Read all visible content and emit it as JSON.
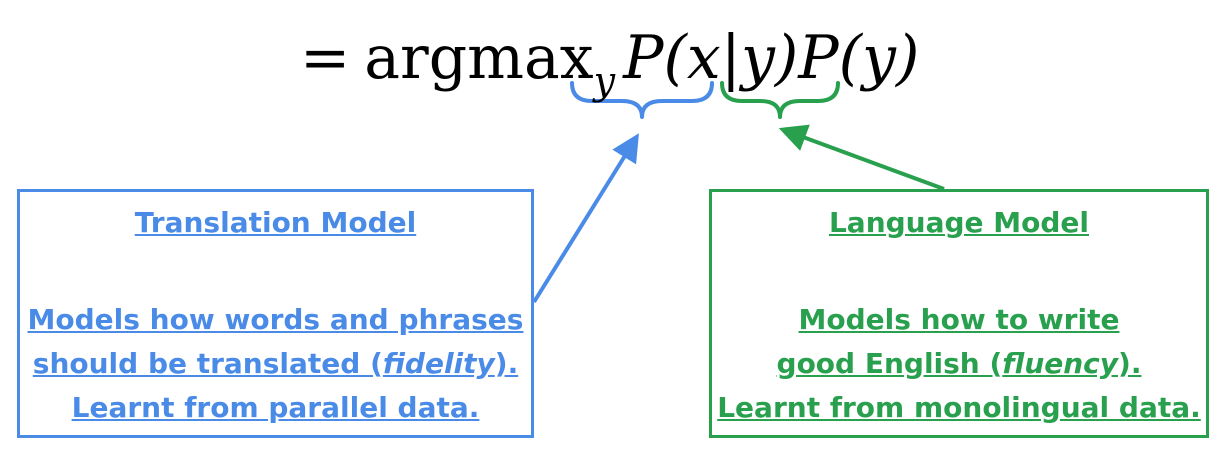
{
  "formula": {
    "equals": "=",
    "argmax": "argmax",
    "subscript": "y",
    "likelihood": "P(x|y)",
    "prior": "P(y)"
  },
  "translation_model": {
    "title": "Translation Model",
    "line1": "Models how words and phrases",
    "line2_prefix": "should be translated (",
    "line2_emphasis": "fidelity",
    "line2_suffix": ").",
    "line3": "Learnt from parallel data."
  },
  "language_model": {
    "title": "Language Model",
    "line1": "Models how to write",
    "line2_prefix": "good English (",
    "line2_emphasis": "fluency",
    "line2_suffix": ").",
    "line3": "Learnt from monolingual data."
  },
  "colors": {
    "translation": "#4a8be8",
    "language": "#28a04e",
    "formula": "#000000"
  }
}
